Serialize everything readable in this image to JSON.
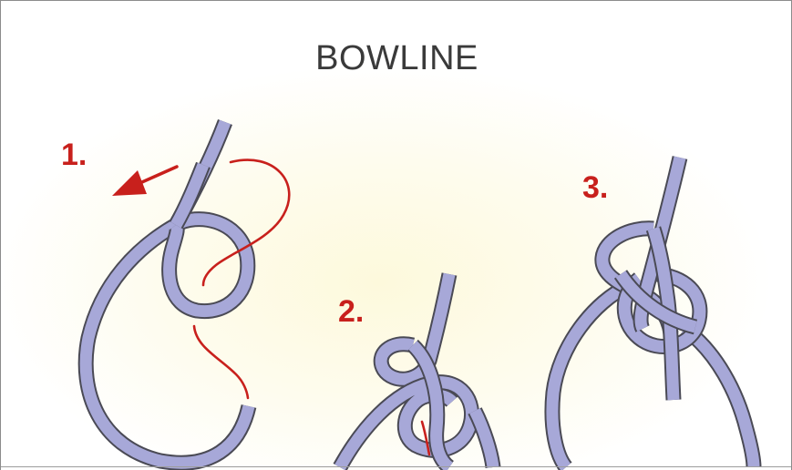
{
  "title": "BOWLINE",
  "steps": [
    {
      "label": "1."
    },
    {
      "label": "2."
    },
    {
      "label": "3."
    }
  ],
  "colors": {
    "rope": "#a7a8d8",
    "rope_outline": "#4a4a55",
    "accent": "#c8201c",
    "title": "#3a3a3a"
  }
}
